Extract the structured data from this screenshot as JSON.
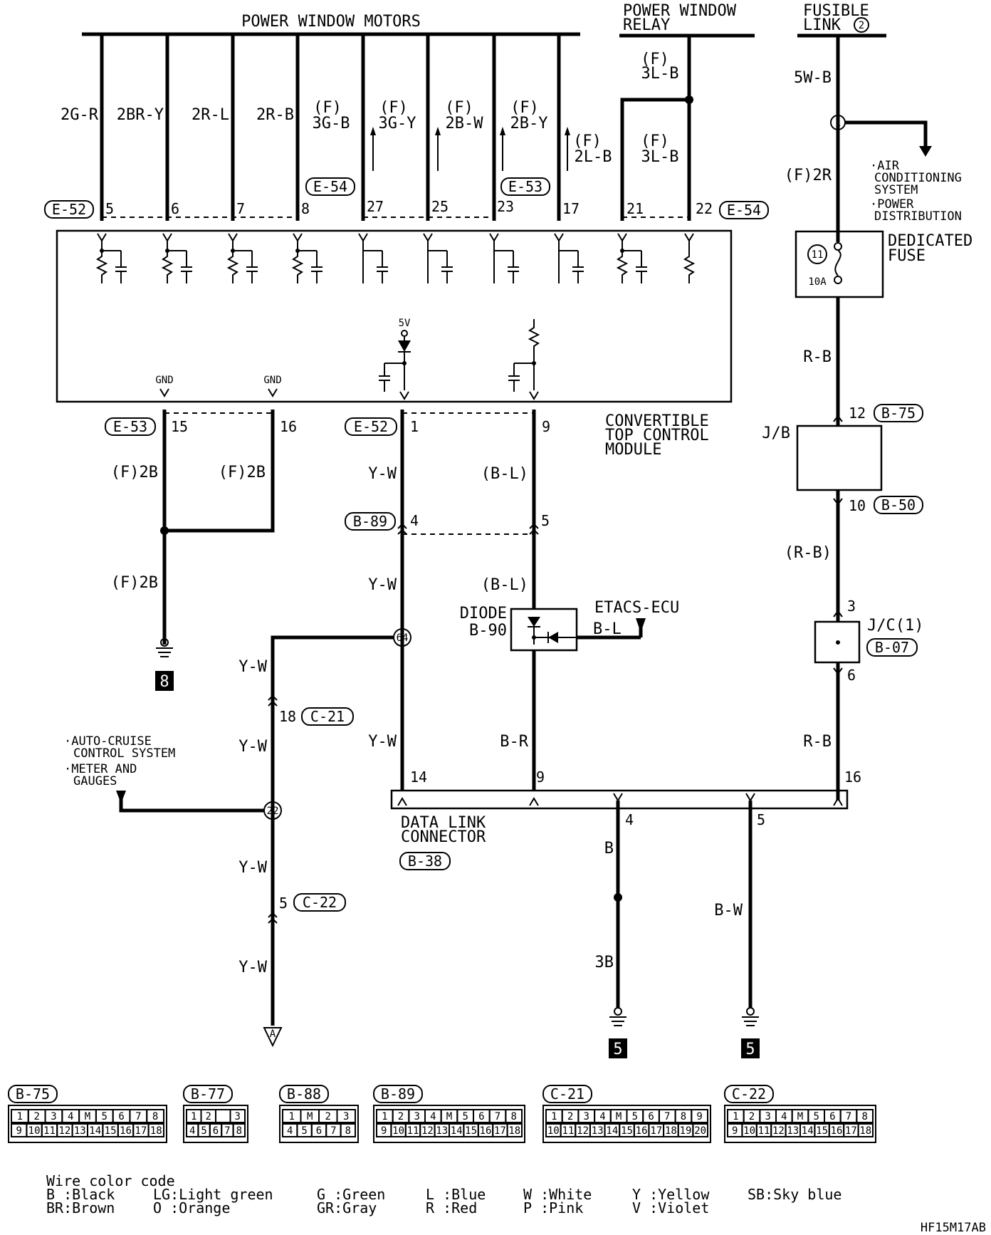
{
  "headers": {
    "power_window_motors": "POWER WINDOW MOTORS",
    "power_window_relay": [
      "POWER WINDOW",
      "RELAY"
    ],
    "fusible_link": [
      "FUSIBLE",
      "LINK"
    ],
    "fusible_link_num": "2"
  },
  "module": {
    "name": [
      "CONVERTIBLE",
      "TOP CONTROL",
      "MODULE"
    ],
    "gnd_label": "GND",
    "five_v": "5V"
  },
  "motor_wires": [
    {
      "line1": "",
      "line2": "2G-R",
      "pin": "5"
    },
    {
      "line1": "",
      "line2": "2BR-Y",
      "pin": "6"
    },
    {
      "line1": "",
      "line2": "2R-L",
      "pin": "7"
    },
    {
      "line1": "",
      "line2": "2R-B",
      "pin": "8"
    },
    {
      "line1": "(F)",
      "line2": "3G-B",
      "pin": "27"
    },
    {
      "line1": "(F)",
      "line2": "3G-Y",
      "pin": "25"
    },
    {
      "line1": "(F)",
      "line2": "2B-W",
      "pin": "23"
    },
    {
      "line1": "(F)",
      "line2": "2B-Y",
      "pin": "17"
    },
    {
      "line1": "(F)",
      "line2": "2L-B",
      "pin": "21"
    },
    {
      "line1": "(F)",
      "line2": "3L-B",
      "pin": "22"
    }
  ],
  "relay_wire": {
    "line1": "(F)",
    "line2": "3L-B"
  },
  "connectors": {
    "e52": "E-52",
    "e53": "E-53",
    "e54": "E-54",
    "b75": "B-75",
    "b50": "B-50",
    "b07": "B-07",
    "b89": "B-89",
    "c21": "C-21",
    "c22": "C-22",
    "b38": "B-38"
  },
  "right_branch": {
    "w1": "5W-B",
    "junction": "1",
    "w2": "(F)2R",
    "branch_to": [
      "·AIR",
      "CONDITIONING",
      "SYSTEM",
      "·POWER",
      "DISTRIBUTION"
    ],
    "fuse_label": [
      "DEDICATED",
      "FUSE"
    ],
    "fuse_num": "11",
    "fuse_amp": "10A",
    "w3": "R-B",
    "jb_label": "J/B",
    "jb_pin_top": "12",
    "jb_pin_bottom": "10",
    "w4": "(R-B)",
    "jc_label": "J/C(1)",
    "jc_pin_top": "3",
    "jc_pin_bottom": "6",
    "w5": "R-B",
    "dlc_pin": "16"
  },
  "ground_branch": {
    "pin15": "15",
    "pin16": "16",
    "w1": "(F)2B",
    "w2": "(F)2B",
    "w3": "(F)2B",
    "ground_num": "8"
  },
  "center_branch": {
    "pin1": "1",
    "pin9": "9",
    "w1": "Y-W",
    "w2": "(B-L)",
    "b89_pin4": "4",
    "b89_pin5": "5",
    "w3": "Y-W",
    "w4": "(B-L)",
    "diode_label": [
      "DIODE",
      "B-90"
    ],
    "etacs": "ETACS-ECU",
    "etacs_wire": "B-L",
    "junction64": "64",
    "w5": "Y-W",
    "w6": "B-R",
    "dlc_pin14": "14",
    "dlc_pin9": "9"
  },
  "left_branch": {
    "w1": "Y-W",
    "c21_pin": "18",
    "w2": "Y-W",
    "junction22": "22",
    "branch_to": [
      "·AUTO-CRUISE",
      "CONTROL SYSTEM",
      "·METER AND",
      "GAUGES"
    ],
    "w3": "Y-W",
    "c22_pin": "5",
    "w4": "Y-W",
    "end_label": "A"
  },
  "dlc": {
    "name": [
      "DATA LINK",
      "CONNECTOR"
    ],
    "pin4": "4",
    "pin5": "5",
    "w_b": "B",
    "w_3b": "3B",
    "w_bw": "B-W",
    "ground_num_a": "5",
    "ground_num_b": "5"
  },
  "connector_faces": [
    {
      "id": "B-75",
      "rows": [
        [
          "1",
          "2",
          "3",
          "4",
          "M",
          "5",
          "6",
          "7",
          "8"
        ],
        [
          "9",
          "10",
          "11",
          "12",
          "13",
          "14",
          "15",
          "16",
          "17",
          "18"
        ]
      ]
    },
    {
      "id": "B-77",
      "rows": [
        [
          "1",
          "2",
          "",
          "3"
        ],
        [
          "4",
          "5",
          "6",
          "7",
          "8"
        ]
      ]
    },
    {
      "id": "B-88",
      "rows": [
        [
          "1",
          "M",
          "2",
          "3"
        ],
        [
          "4",
          "5",
          "6",
          "7",
          "8"
        ]
      ]
    },
    {
      "id": "B-89",
      "rows": [
        [
          "1",
          "2",
          "3",
          "4",
          "M",
          "5",
          "6",
          "7",
          "8"
        ],
        [
          "9",
          "10",
          "11",
          "12",
          "13",
          "14",
          "15",
          "16",
          "17",
          "18"
        ]
      ]
    },
    {
      "id": "C-21",
      "rows": [
        [
          "1",
          "2",
          "3",
          "4",
          "M",
          "5",
          "6",
          "7",
          "8",
          "9"
        ],
        [
          "10",
          "11",
          "12",
          "13",
          "14",
          "15",
          "16",
          "17",
          "18",
          "19",
          "20"
        ]
      ]
    },
    {
      "id": "C-22",
      "rows": [
        [
          "1",
          "2",
          "3",
          "4",
          "M",
          "5",
          "6",
          "7",
          "8"
        ],
        [
          "9",
          "10",
          "11",
          "12",
          "13",
          "14",
          "15",
          "16",
          "17",
          "18"
        ]
      ]
    }
  ],
  "legend": {
    "title": "Wire color code",
    "row1": [
      "B :Black",
      "LG:Light green",
      "G :Green",
      "L :Blue",
      "W :White",
      "Y :Yellow",
      "SB:Sky blue"
    ],
    "row2": [
      "BR:Brown",
      "O :Orange",
      "GR:Gray",
      "R :Red",
      "P :Pink",
      "V :Violet"
    ]
  },
  "figure_code": "HF15M17AB"
}
